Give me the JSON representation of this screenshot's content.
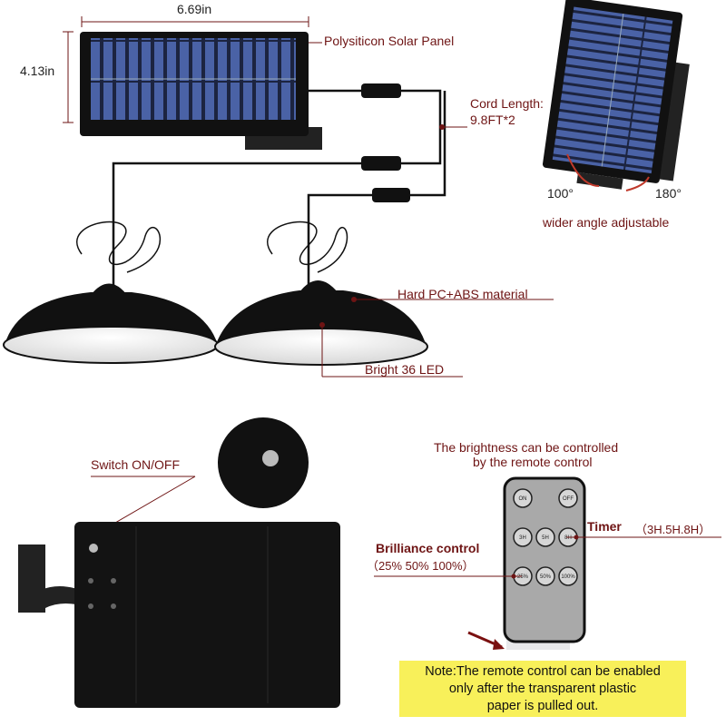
{
  "dimensions": {
    "width": "6.69in",
    "height": "4.13in"
  },
  "labels": {
    "solar_panel": "Polysiticon Solar Panel",
    "cord_length_line1": "Cord Length:",
    "cord_length_line2": "9.8FT*2",
    "angle_left": "100°",
    "angle_right": "180°",
    "angle_caption": "wider angle adjustable",
    "material": "Hard PC+ABS material",
    "led": "Bright 36 LED",
    "switch": "Switch ON/OFF"
  },
  "remote": {
    "heading_line1": "The brightness can be controlled",
    "heading_line2": "by the remote control",
    "timer_label": "Timer",
    "timer_values": "（3H.5H.8H）",
    "brilliance_label": "Brilliance control",
    "brilliance_values": "（25%  50% 100%）",
    "buttons": [
      "ON",
      "OFF",
      "3H",
      "5H",
      "8H",
      "25%",
      "50%",
      "100%"
    ]
  },
  "note": {
    "line1": "Note:The remote control can be enabled",
    "line2": "only after the transparent plastic",
    "line3": "paper is pulled out."
  },
  "colors": {
    "label": "#6e1414",
    "note_bg": "#f8f05a",
    "panel_cell": "#3a4f8a"
  }
}
